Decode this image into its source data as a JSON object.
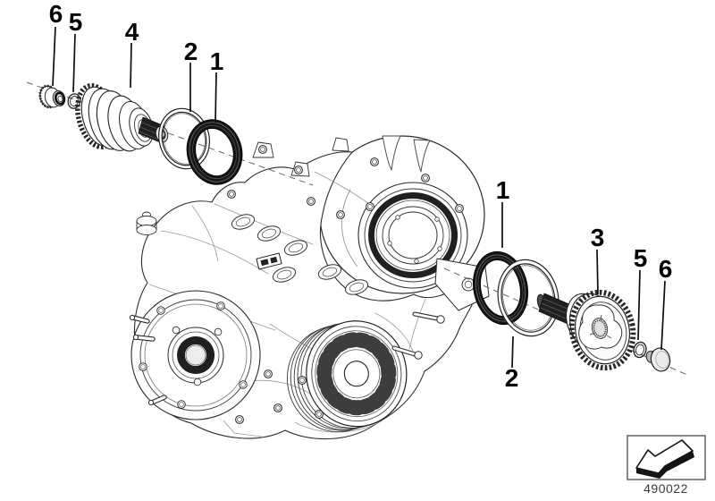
{
  "diagram": {
    "number": "490022"
  },
  "callouts": [
    {
      "group": "left",
      "label": "6"
    },
    {
      "group": "left",
      "label": "5"
    },
    {
      "group": "left",
      "label": "4"
    },
    {
      "group": "left",
      "label": "2"
    },
    {
      "group": "left",
      "label": "1"
    },
    {
      "group": "right",
      "label": "1"
    },
    {
      "group": "right",
      "label": "2"
    },
    {
      "group": "right",
      "label": "3"
    },
    {
      "group": "right",
      "label": "5"
    },
    {
      "group": "right",
      "label": "6"
    }
  ],
  "icons": {
    "legend_arrow": "direction-arrow-down-left-3d",
    "part_shapes": {
      "1": "shaft-seal-ring",
      "2": "sealing-ring",
      "3": "cv-joint-cup-geared",
      "4": "output-joint-geared",
      "5": "o-ring",
      "6": "sealing-plug"
    }
  }
}
